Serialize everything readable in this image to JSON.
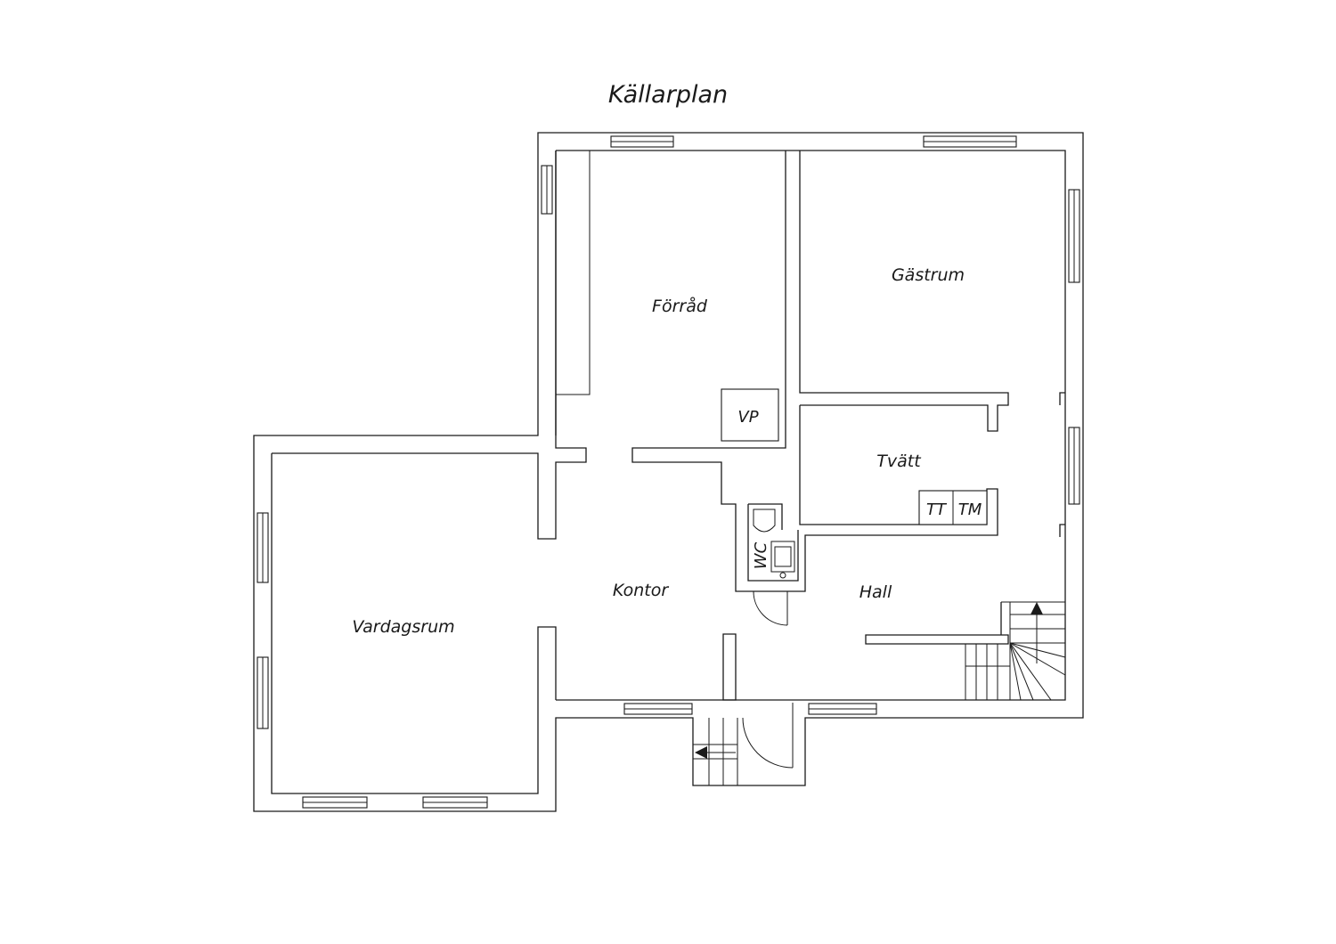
{
  "title": "Källarplan",
  "rooms": {
    "forrad": "Förråd",
    "gastrum": "Gästrum",
    "tvatt": "Tvätt",
    "kontor": "Kontor",
    "hall": "Hall",
    "vardagsrum": "Vardagsrum"
  },
  "fixtures": {
    "vp": "VP",
    "tt": "TT",
    "tm": "TM",
    "wc": "WC"
  }
}
